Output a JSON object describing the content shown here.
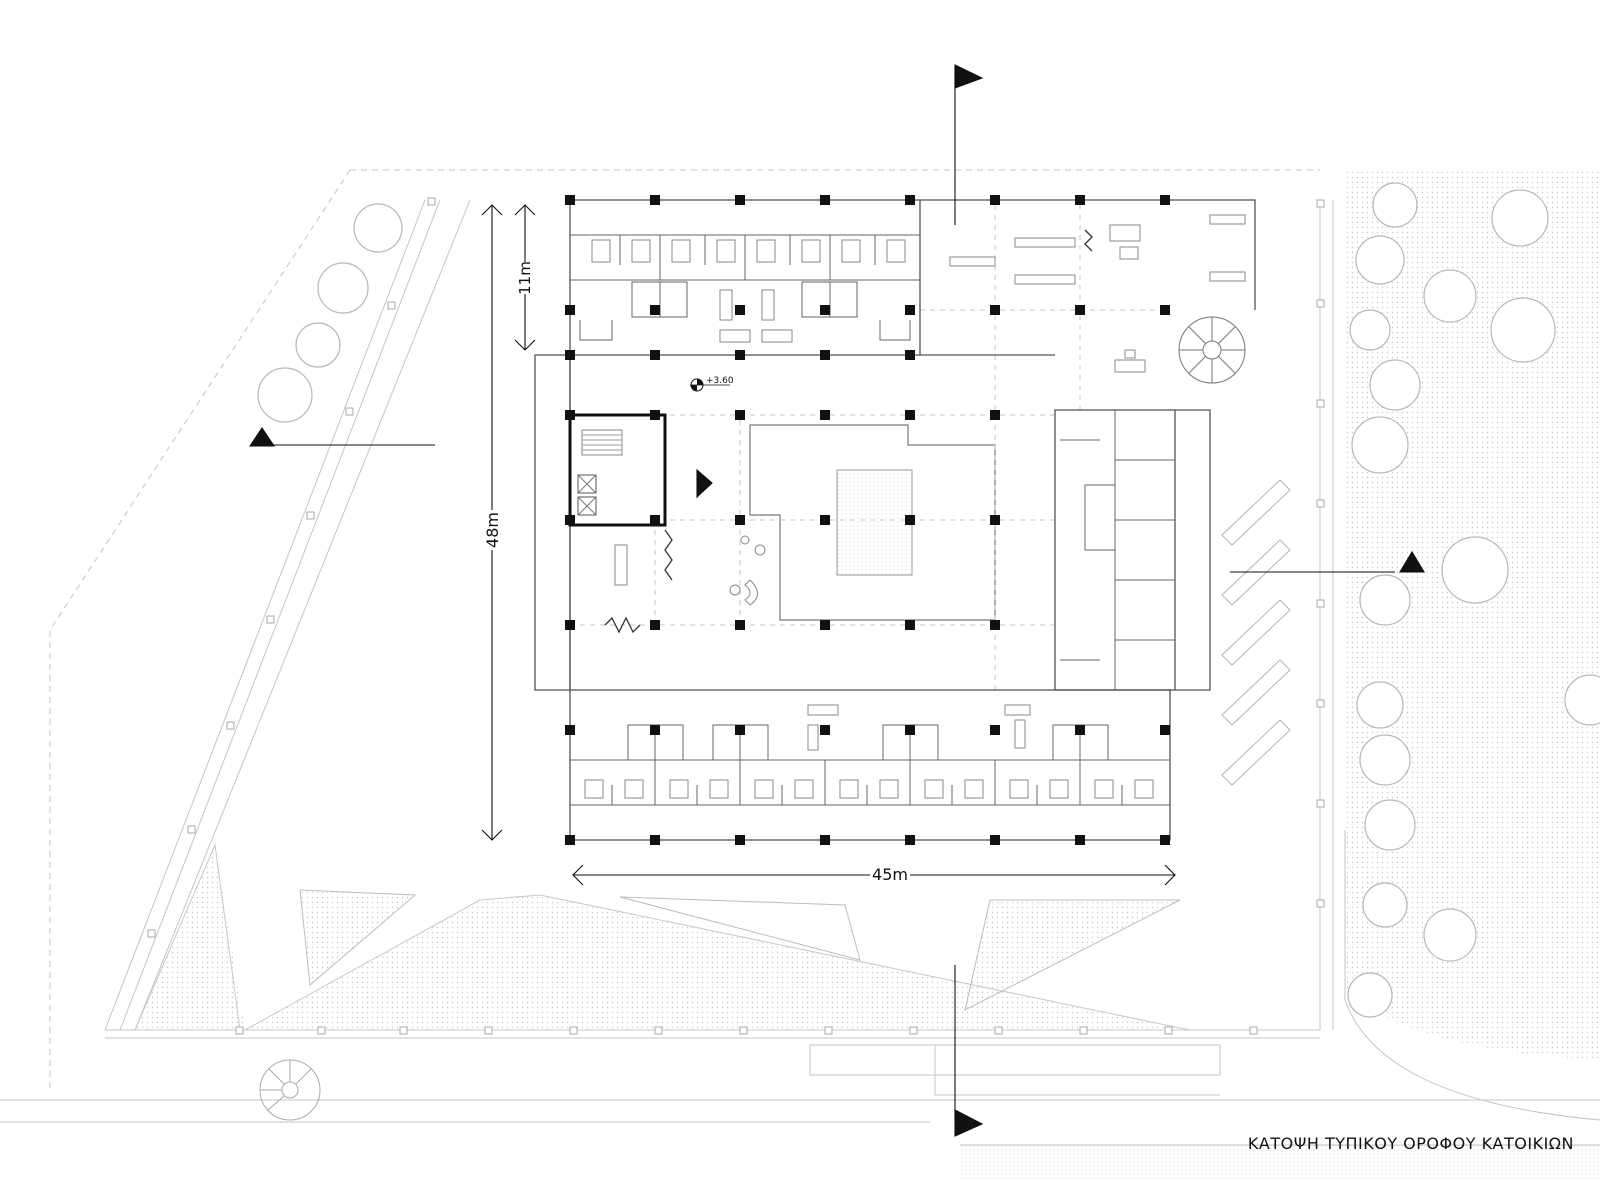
{
  "drawing": {
    "title": "ΚΑΤΟΨΗ ΤΥΠΙΚΟΥ ΟΡΟΦΟΥ ΚΑΤΟΙΚΙΩΝ",
    "dimensions": {
      "width": "45m",
      "height": "48m",
      "wing_depth": "11m"
    },
    "level_mark": "+3.60"
  },
  "colors": {
    "ink": "#111111",
    "grey_line": "#b5b5b5",
    "light_line": "#d4d4d4",
    "dot_fill": "#e4e4e4"
  }
}
